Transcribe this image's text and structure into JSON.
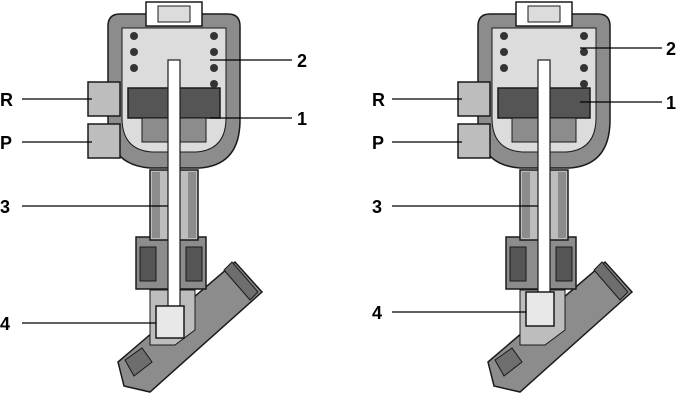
{
  "left_valve": {
    "labels": {
      "R": "R",
      "P": "P",
      "n1": "1",
      "n2": "2",
      "n3": "3",
      "n4": "4"
    }
  },
  "right_valve": {
    "labels": {
      "R": "R",
      "P": "P",
      "n1": "1",
      "n2": "2",
      "n3": "3",
      "n4": "4"
    }
  },
  "colors": {
    "outline": "#1a1a1a",
    "dark_body": "#555555",
    "mid_gray": "#8c8c8c",
    "light_gray": "#bdbdbd",
    "pale_gray": "#dcdcdc",
    "white": "#ffffff"
  }
}
